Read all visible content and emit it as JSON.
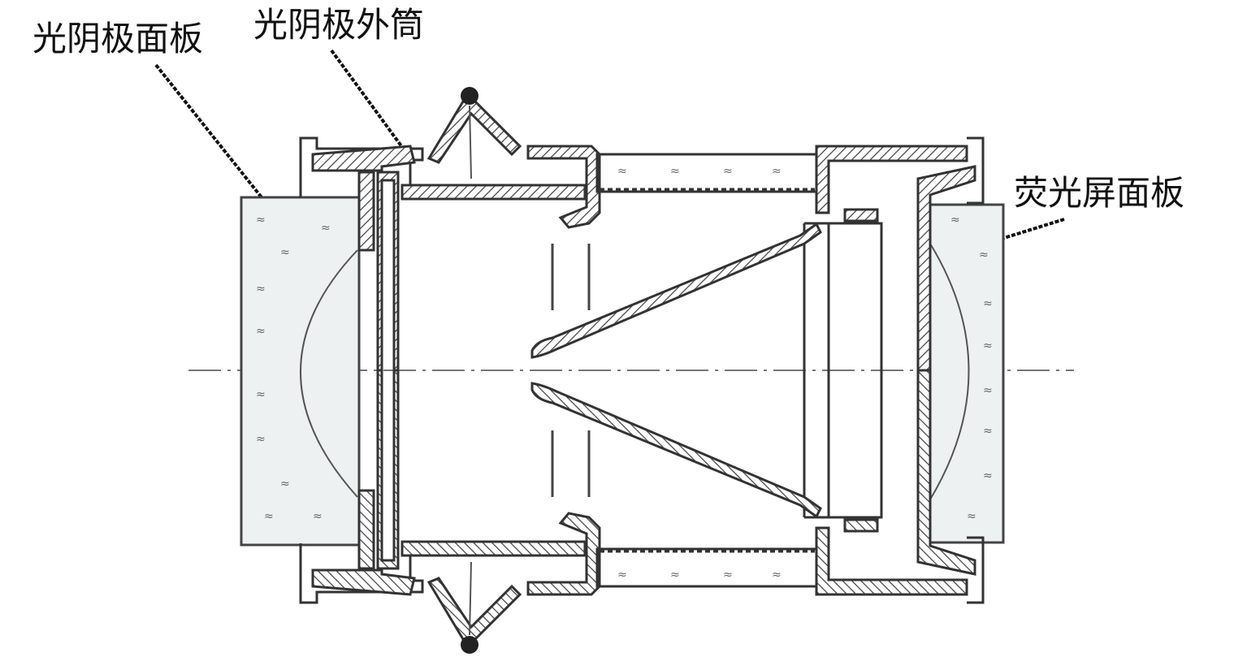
{
  "labels": {
    "photocathode_faceplate": "光阴极面板",
    "photocathode_outer_cylinder": "光阴极外筒",
    "phosphor_screen_faceplate": "荧光屏面板"
  },
  "glass_mark": "≈",
  "colors": {
    "line": "#333333",
    "glass": "#eef1f2",
    "background": "#ffffff"
  }
}
